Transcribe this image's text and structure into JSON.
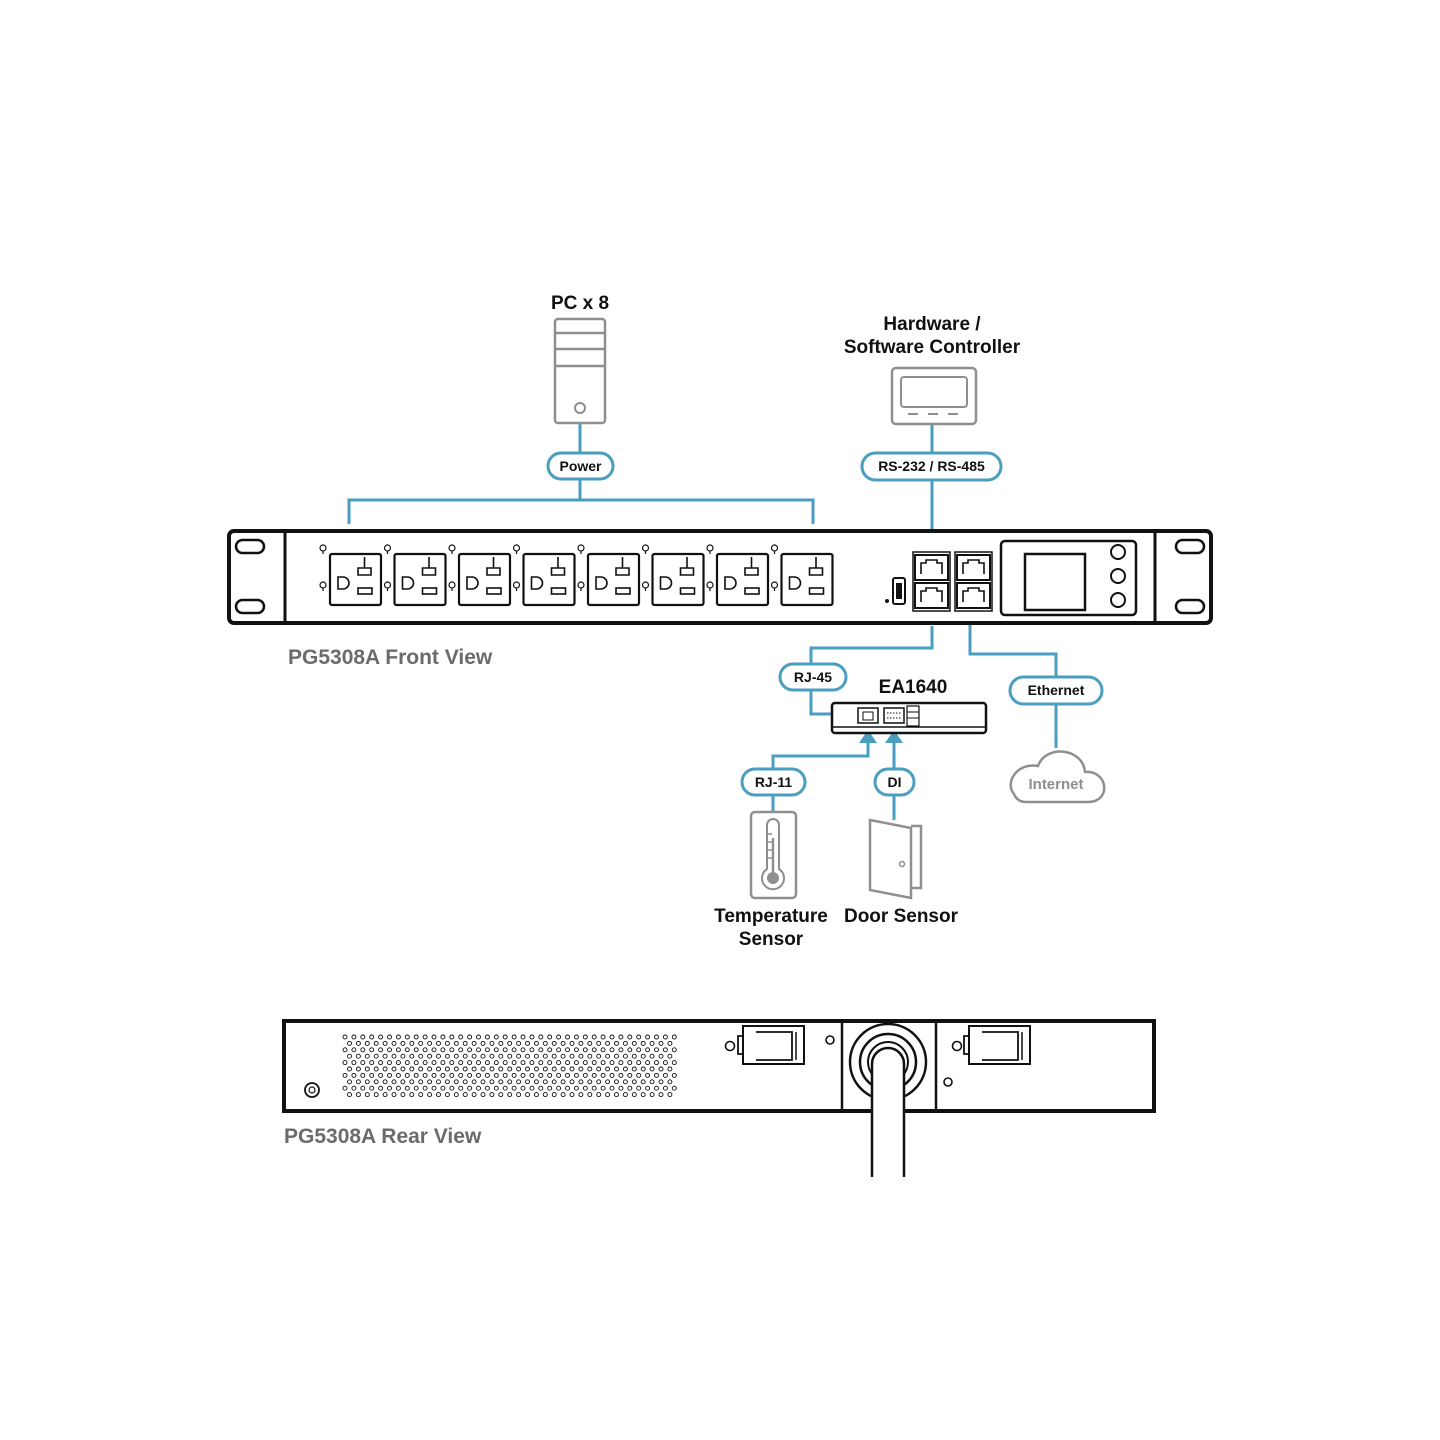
{
  "labels": {
    "pc": "PC x 8",
    "controller_line1": "Hardware /",
    "controller_line2": "Software Controller",
    "ea1640": "EA1640",
    "temperature_line1": "Temperature",
    "temperature_line2": "Sensor",
    "door": "Door Sensor",
    "internet": "Internet",
    "front_view": "PG5308A Front View",
    "rear_view": "PG5308A Rear View"
  },
  "connections": {
    "power": "Power",
    "serial": "RS-232 / RS-485",
    "rj45": "RJ-45",
    "ethernet": "Ethernet",
    "rj11": "RJ-11",
    "di": "DI"
  },
  "colors": {
    "wire": "#4a9ec0",
    "device_outline": "#111111",
    "peripheral_outline": "#8f8f8f",
    "view_label": "#6b6b6b"
  },
  "front_panel": {
    "outlet_count": 8,
    "rj45_ports": 4,
    "buttons": 3
  }
}
